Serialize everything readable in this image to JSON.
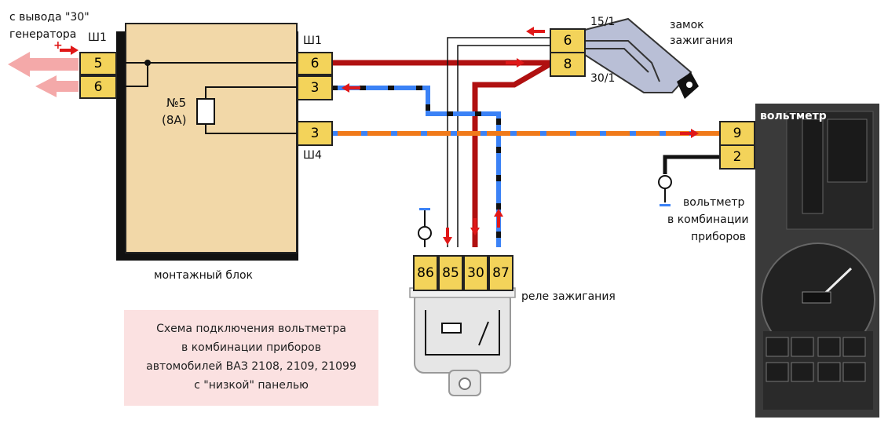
{
  "labels": {
    "from_gen_line1": "с вывода \"30\"",
    "from_gen_line2": "генератора",
    "sh1_left": "Ш1",
    "sh1_right": "Ш1",
    "sh4": "Ш4",
    "fuse_number": "№5",
    "fuse_rating": "(8А)",
    "mount_block": "монтажный блок",
    "ignition_lock_line1": "замок",
    "ignition_lock_line2": "зажигания",
    "lock_15": "15/1",
    "lock_30": "30/1",
    "relay": "реле зажигания",
    "voltmeter": "вольтметр",
    "voltmeter_cluster_line1": "вольтметр",
    "voltmeter_cluster_line2": "в комбинации",
    "voltmeter_cluster_line3": "приборов",
    "plus": "+",
    "minus_relay": "−",
    "minus_volt": "−"
  },
  "pins": {
    "left_5": "5",
    "left_6": "6",
    "right_6": "6",
    "right_3a": "3",
    "right_3b": "3",
    "lock_6": "6",
    "lock_8": "8",
    "volt_9": "9",
    "volt_2": "2",
    "relay_86": "86",
    "relay_85": "85",
    "relay_30": "30",
    "relay_87": "87"
  },
  "caption": {
    "line1": "Схема подключения вольтметра",
    "line2": "в комбинации приборов",
    "line3": "автомобилей ВАЗ 2108, 2109, 21099",
    "line4": "с \"низкой\" панелью"
  },
  "colors": {
    "wire_red": "#b01010",
    "wire_blue": "#3b82f6",
    "wire_orange": "#f07a1a",
    "wire_black": "#111111",
    "pin_yellow": "#f3d35a",
    "block_fill": "#f2d8a8",
    "arrow_red": "#e01818",
    "arrow_pink": "#f4a9a9",
    "lock_body": "#b9bfd6",
    "caption_bg": "#fbe1e1"
  }
}
